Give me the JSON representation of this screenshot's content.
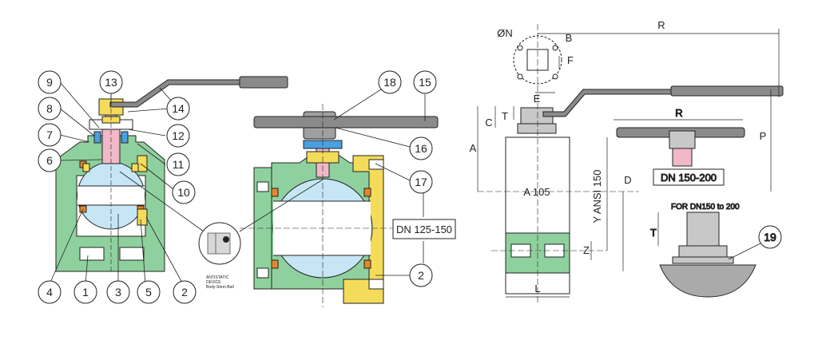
{
  "callouts": {
    "c1": "1",
    "c2": "2",
    "c2b": "2",
    "c3": "3",
    "c4": "4",
    "c5": "5",
    "c6": "6",
    "c7": "7",
    "c8": "8",
    "c9": "9",
    "c10": "10",
    "c11": "11",
    "c12": "12",
    "c13": "13",
    "c14": "14",
    "c15": "15",
    "c16": "16",
    "c17": "17",
    "c18": "18",
    "c19": "19"
  },
  "boxes": {
    "dn_125_150": "DN 125-150",
    "dn_150_200": "DN 150-200"
  },
  "dimensions": {
    "R_top": "R",
    "R_side": "R",
    "A": "A",
    "C": "C",
    "T_top": "T",
    "T_bottom": "T",
    "P": "P",
    "D": "D",
    "E": "E",
    "F": "F",
    "L": "L",
    "Z": "Z",
    "N": "ØN",
    "B": "B",
    "A105": "A 105",
    "ansi": "Y ANSI 150"
  },
  "notes": {
    "for_dn": "FOR DN150 to 200",
    "antistatic_1": "ANTISTATIC",
    "antistatic_2": "DEVICE",
    "antistatic_3": "Body-Stem-Ball"
  },
  "colors": {
    "body": "#8fd19e",
    "ball": "#c6e6f5",
    "stem": "#f0b8c8",
    "packing": "#f4dc5a",
    "seat": "#e8862a",
    "handle": "#8a8a8a",
    "outline": "#222222"
  }
}
